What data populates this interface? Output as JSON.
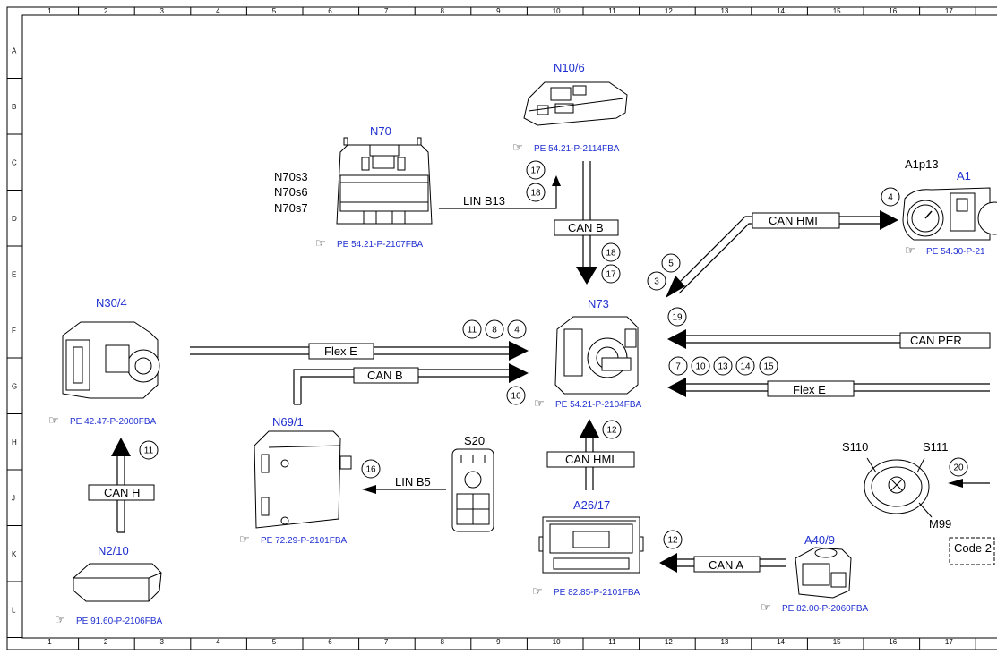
{
  "grid": {
    "columns": [
      "1",
      "2",
      "3",
      "4",
      "5",
      "6",
      "7",
      "8",
      "9",
      "10",
      "11",
      "12",
      "13",
      "14",
      "15",
      "16",
      "17"
    ],
    "rows": [
      "A",
      "B",
      "C",
      "D",
      "E",
      "F",
      "G",
      "H",
      "J",
      "K",
      "L"
    ]
  },
  "components": {
    "n70": "N70",
    "n10_6": "N10/6",
    "a1p13": "A1p13",
    "a1": "A1",
    "n30_4": "N30/4",
    "n73": "N73",
    "n69_1": "N69/1",
    "s20": "S20",
    "a26_17": "A26/17",
    "a40_9": "A40/9",
    "n2_10": "N2/10",
    "s110": "S110",
    "s111": "S111",
    "m99": "M99",
    "n70s3": "N70s3",
    "n70s6": "N70s6",
    "n70s7": "N70s7"
  },
  "refs": {
    "n70": "PE 54.21-P-2107FBA",
    "n10_6": "PE 54.21-P-2114FBA",
    "a1": "PE 54.30-P-21",
    "n30_4": "PE 42.47-P-2000FBA",
    "n73": "PE 54.21-P-2104FBA",
    "n69_1": "PE 72.29-P-2101FBA",
    "a26_17": "PE 82.85-P-2101FBA",
    "a40_9": "PE 82.00-P-2060FBA",
    "n2_10": "PE 91.60-P-2106FBA"
  },
  "buses": {
    "lin_b13": "LIN B13",
    "can_b_vertical": "CAN B",
    "can_hmi_top": "CAN HMI",
    "flex_e_left": "Flex E",
    "can_b_left": "CAN B",
    "can_per": "CAN PER",
    "flex_e_right": "Flex E",
    "can_h": "CAN H",
    "lin_b5": "LIN B5",
    "can_hmi_bottom": "CAN HMI",
    "can_a": "CAN A"
  },
  "code_box": "Code 2",
  "callouts": {
    "c17a": "17",
    "c18a": "18",
    "c18b": "18",
    "c17b": "17",
    "c4": "4",
    "c5": "5",
    "c3": "3",
    "c11a": "11",
    "c8": "8",
    "c4b": "4",
    "c16a": "16",
    "c19": "19",
    "c7": "7",
    "c10": "10",
    "c13": "13",
    "c14": "14",
    "c15": "15",
    "c11b": "11",
    "c12a": "12",
    "c16b": "16",
    "c20": "20",
    "c12b": "12"
  }
}
